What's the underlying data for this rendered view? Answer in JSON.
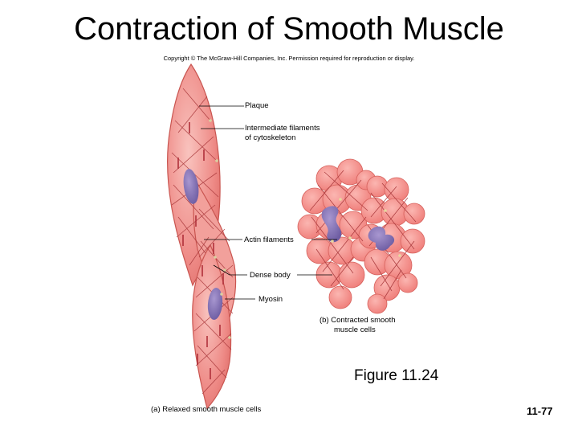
{
  "title": "Contraction of Smooth Muscle",
  "copyright": "Copyright © The McGraw-Hill Companies, Inc. Permission required for reproduction or display.",
  "labels": {
    "plaque": "Plaque",
    "intermediate_1": "Intermediate filaments",
    "intermediate_2": "of cytoskeleton",
    "actin": "Actin filaments",
    "dense_body": "Dense body",
    "myosin": "Myosin",
    "contracted_1": "(b) Contracted smooth",
    "contracted_2": "muscle cells",
    "relaxed": "(a) Relaxed smooth muscle cells"
  },
  "figure_label": "Figure 11.24",
  "slide_number": "11-77",
  "colors": {
    "cell_fill": "#ee8a86",
    "cell_light": "#f6b8b3",
    "cell_outline": "#c95550",
    "filament": "#a8373a",
    "nucleus": "#8a74b8",
    "leader_line": "#000000"
  }
}
